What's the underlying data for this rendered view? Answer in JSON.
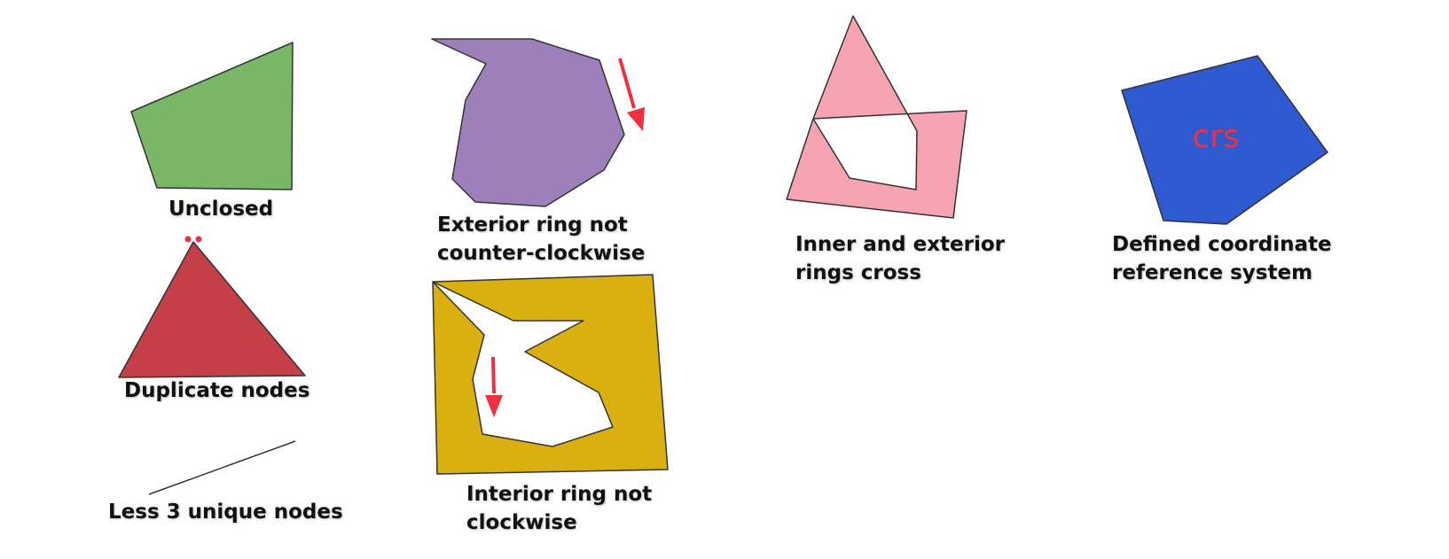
{
  "colors": {
    "outline": "#333333",
    "green": "#77b766",
    "purple": "#9c7fbb",
    "pink": "#f6a4b1",
    "blue": "#2f59cf",
    "red_triangle": "#c43f47",
    "gold": "#d9b010",
    "arrow_red": "#f0303e",
    "hole": "#ffffff"
  },
  "labels": {
    "unclosed": "Unclosed",
    "exterior_ring_line1": "Exterior ring not",
    "exterior_ring_line2": "counter-clockwise",
    "inner_exterior_line1": "Inner and exterior",
    "inner_exterior_line2": "rings cross",
    "crs_line1": "Defined coordinate",
    "crs_line2": "reference system",
    "duplicate_nodes": "Duplicate nodes",
    "interior_ring_line1": "Interior ring not",
    "interior_ring_line2": "clockwise",
    "less_nodes": "Less 3 unique nodes",
    "crs_text": "crs"
  },
  "icons": {
    "exterior_arrow": "arrow-down-icon",
    "interior_arrow": "arrow-down-icon"
  }
}
